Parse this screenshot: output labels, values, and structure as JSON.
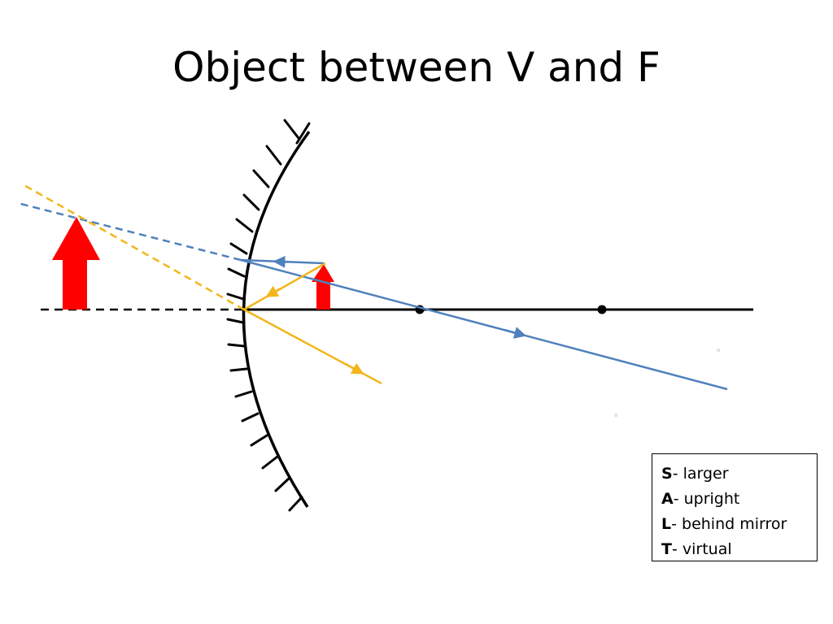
{
  "slide": {
    "title": "Object between V and F"
  },
  "diagram": {
    "object_color": "#ff0000",
    "mirror_color": "#000000",
    "ray_blue_color": "#4f81bd",
    "ray_yellow_color": "#f2b51b",
    "focus_labels": [
      "◦",
      "◦"
    ]
  },
  "salt": {
    "rows": [
      {
        "letter": "S",
        "text": "- larger"
      },
      {
        "letter": "A",
        "text": "- upright"
      },
      {
        "letter": "L",
        "text": "- behind mirror"
      },
      {
        "letter": "T",
        "text": "- virtual"
      }
    ]
  }
}
